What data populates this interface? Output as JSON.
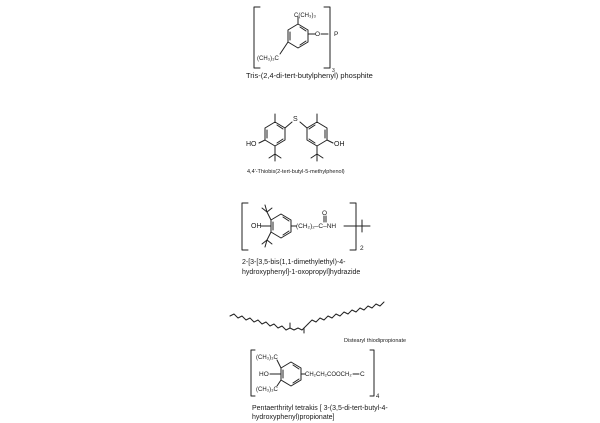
{
  "compounds": [
    {
      "caption": "Tris-(2,4-di-tert-butylphenyl) phosphite",
      "labels": {
        "tbu_top": "C(CH₃)₃",
        "tbu_left": "(CH₃)₃C",
        "oxygen": "O",
        "phosphorus": "P",
        "subscript": "3"
      }
    },
    {
      "caption": "4,4'-Thiobis(2-tert-butyl-5-methylphenol)",
      "labels": {
        "hydroxyl_left": "HO",
        "sulfur": "S",
        "hydroxyl_right": "OH"
      }
    },
    {
      "caption_line1": "2-[3-[3,5-bis(1,1-dimethylethyl)-4-",
      "caption_line2": "hydroxyphenyl]-1-oxopropyl]hydrazide",
      "labels": {
        "hydroxyl": "OH",
        "chain": "(CH₂)₂–C–NH",
        "carbonyl_o": "O",
        "subscript": "2"
      }
    },
    {
      "caption": "Distearyl thiodipropionate",
      "labels": {}
    },
    {
      "caption_line1": "Pentaerthrityl tetrakis [ 3-(3,5-di-tert-butyl-4-",
      "caption_line2": "hydroxyphenyl)propionate]",
      "labels": {
        "tbu_top": "(CH₃)₃C",
        "hydroxyl": "HO",
        "tbu_bottom": "(CH₃)₃C",
        "chain": "CH₂CH₂COOCH₂",
        "carbon": "C",
        "subscript": "4"
      }
    }
  ]
}
